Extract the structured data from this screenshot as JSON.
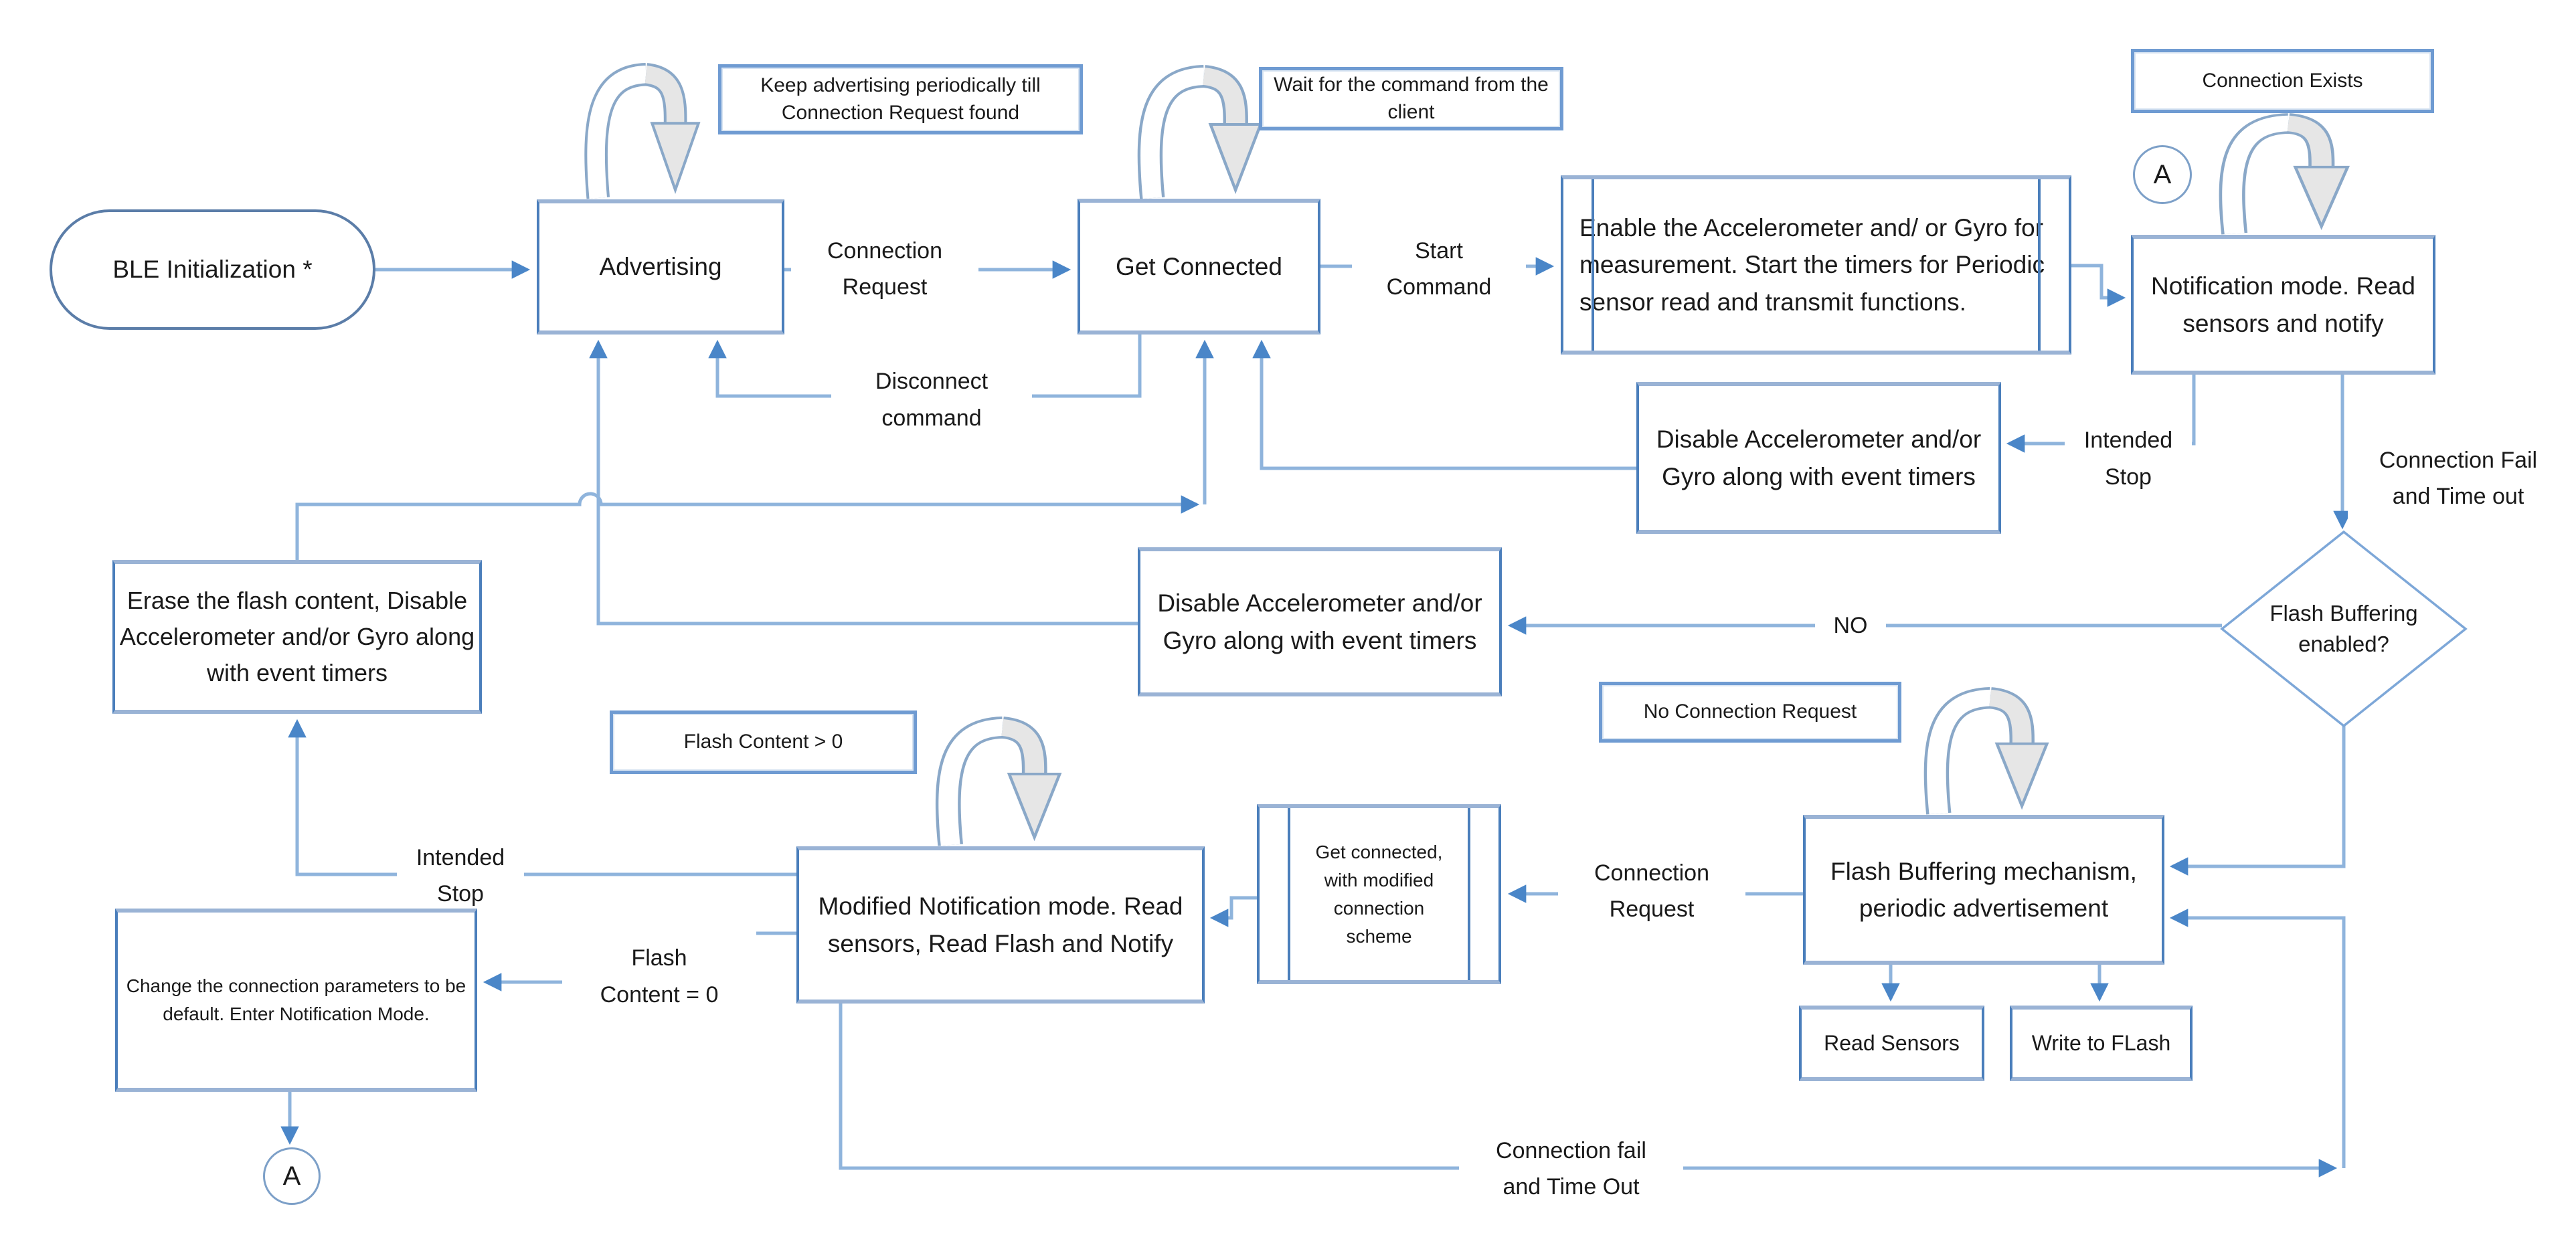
{
  "diagram": {
    "type": "flowchart",
    "subject": "BLE firmware state machine",
    "colors": {
      "background": "#ffffff",
      "connector_line": "#8fb4dc",
      "arrowhead": "#4a86c8",
      "box_border_side": "#4a7ebb",
      "box_border_horizontal": "#9ab3d5",
      "note_border": "#6f9bd2",
      "loop_fill": "#e6e6e6",
      "loop_edge": "#8aa8c8",
      "text": "#1a1a1a"
    },
    "nodes": {
      "ble_init": "BLE Initialization *",
      "advertising": "Advertising",
      "get_connected": "Get Connected",
      "enable_sensors": "Enable the Accelerometer and/ or Gyro for measurement. Start the timers for Periodic sensor read and transmit functions.",
      "notification": "Notification mode. Read sensors and notify",
      "disable_upper": "Disable Accelerometer and/or Gyro along with event timers",
      "disable_mid": "Disable Accelerometer and/or Gyro along with event timers",
      "erase_flash": "Erase the flash content, Disable Accelerometer and/or Gyro along with event timers",
      "flash_decision": "Flash Buffering enabled?",
      "modified_notification": "Modified Notification mode. Read sensors, Read Flash and Notify",
      "get_connected_modified": "Get connected, with modified connection scheme",
      "flash_buffering": "Flash Buffering mechanism, periodic advertisement",
      "read_sensors": "Read Sensors",
      "write_flash": "Write to FLash",
      "change_params": "Change the connection parameters to be default. Enter Notification Mode.",
      "connector_a_top": "A",
      "connector_a_bottom": "A"
    },
    "notes": {
      "keep_advertising": "Keep advertising periodically till Connection Request found",
      "wait_command": "Wait for the command from the client",
      "connection_exists": "Connection Exists",
      "no_connection_request": "No Connection Request",
      "flash_content_gt0": "Flash Content > 0"
    },
    "edge_labels": {
      "connection_request": "Connection\nRequest",
      "start_command": "Start\nCommand",
      "disconnect_command": "Disconnect\ncommand",
      "intended_stop_top": "Intended\nStop",
      "connection_fail_top": "Connection Fail\nand Time out",
      "no": "NO",
      "intended_stop_left": "Intended\nStop",
      "flash_content_eq0": "Flash\nContent = 0",
      "connection_request_2": "Connection\nRequest",
      "connection_fail_bottom": "Connection fail\nand Time Out"
    },
    "edges": [
      {
        "from": "ble_init",
        "to": "advertising"
      },
      {
        "from": "advertising",
        "to": "get_connected",
        "label": "Connection Request"
      },
      {
        "from": "get_connected",
        "to": "advertising",
        "label": "Disconnect command"
      },
      {
        "from": "get_connected",
        "to": "enable_sensors",
        "label": "Start Command"
      },
      {
        "from": "enable_sensors",
        "to": "notification"
      },
      {
        "from": "notification",
        "to": "disable_upper",
        "label": "Intended Stop"
      },
      {
        "from": "disable_upper",
        "to": "get_connected"
      },
      {
        "from": "notification",
        "to": "flash_decision",
        "label": "Connection Fail and Time out"
      },
      {
        "from": "flash_decision",
        "to": "disable_mid",
        "label": "NO"
      },
      {
        "from": "disable_mid",
        "to": "advertising"
      },
      {
        "from": "erase_flash",
        "to": "get_connected"
      },
      {
        "from": "flash_decision",
        "to": "flash_buffering"
      },
      {
        "from": "flash_buffering",
        "to": "get_connected_modified",
        "label": "Connection Request"
      },
      {
        "from": "get_connected_modified",
        "to": "modified_notification"
      },
      {
        "from": "modified_notification",
        "to": "erase_flash",
        "label": "Intended Stop"
      },
      {
        "from": "modified_notification",
        "to": "change_params",
        "label": "Flash Content = 0"
      },
      {
        "from": "modified_notification",
        "to": "flash_buffering",
        "label": "Connection fail and Time Out"
      },
      {
        "from": "flash_buffering",
        "to": "read_sensors"
      },
      {
        "from": "flash_buffering",
        "to": "write_flash"
      },
      {
        "from": "change_params",
        "to": "connector_a_bottom"
      },
      {
        "self_loop": "advertising",
        "note": "Keep advertising periodically till Connection Request found"
      },
      {
        "self_loop": "get_connected",
        "note": "Wait for the command from the client"
      },
      {
        "self_loop": "notification",
        "note": "Connection Exists"
      },
      {
        "self_loop": "modified_notification",
        "note": "Flash Content > 0"
      },
      {
        "self_loop": "flash_buffering",
        "note": "No Connection Request"
      }
    ]
  }
}
